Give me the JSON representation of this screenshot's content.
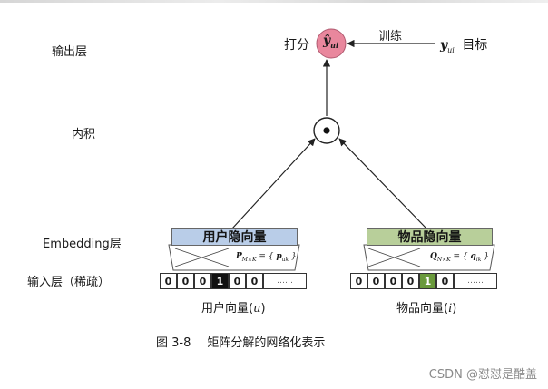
{
  "layers": {
    "output": "输出层",
    "inner_product": "内积",
    "embedding": "Embedding层",
    "input": "输入层（稀疏）"
  },
  "output_node": {
    "score_label": "打分",
    "prediction_symbol": "ŷ",
    "prediction_subscript": "ui",
    "train_label": "训练",
    "target_symbol": "y",
    "target_subscript": "ui",
    "target_label": "目标",
    "node_color": "#e9879d"
  },
  "inner_product_symbol": "⊙",
  "user_side": {
    "embedding_title": "用户隐向量",
    "matrix_label": "P_{M×K} = { p_{uk} }",
    "matrix_main": "P",
    "matrix_sub": "M×K",
    "matrix_eq": "= {",
    "matrix_elem": "p",
    "matrix_elem_sub": "uk",
    "matrix_close": "}",
    "cells": [
      "0",
      "0",
      "0",
      "1",
      "0",
      "0",
      "……"
    ],
    "hot_index": 3,
    "vector_label": "用户向量(",
    "vector_var": "u",
    "vector_close": ")",
    "header_color": "#b9cde8"
  },
  "item_side": {
    "embedding_title": "物品隐向量",
    "matrix_main": "Q",
    "matrix_sub": "N×K",
    "matrix_eq": "= {",
    "matrix_elem": "q",
    "matrix_elem_sub": "ik",
    "matrix_close": "}",
    "cells": [
      "0",
      "0",
      "0",
      "0",
      "1",
      "0",
      "……"
    ],
    "hot_index": 4,
    "vector_label": "物品向量(",
    "vector_var": "i",
    "vector_close": ")",
    "header_color": "#b8cf9a"
  },
  "caption": {
    "figure_no": "图 3-8",
    "text": "矩阵分解的网络化表示"
  },
  "watermark": "CSDN @怼怼是酷盖"
}
